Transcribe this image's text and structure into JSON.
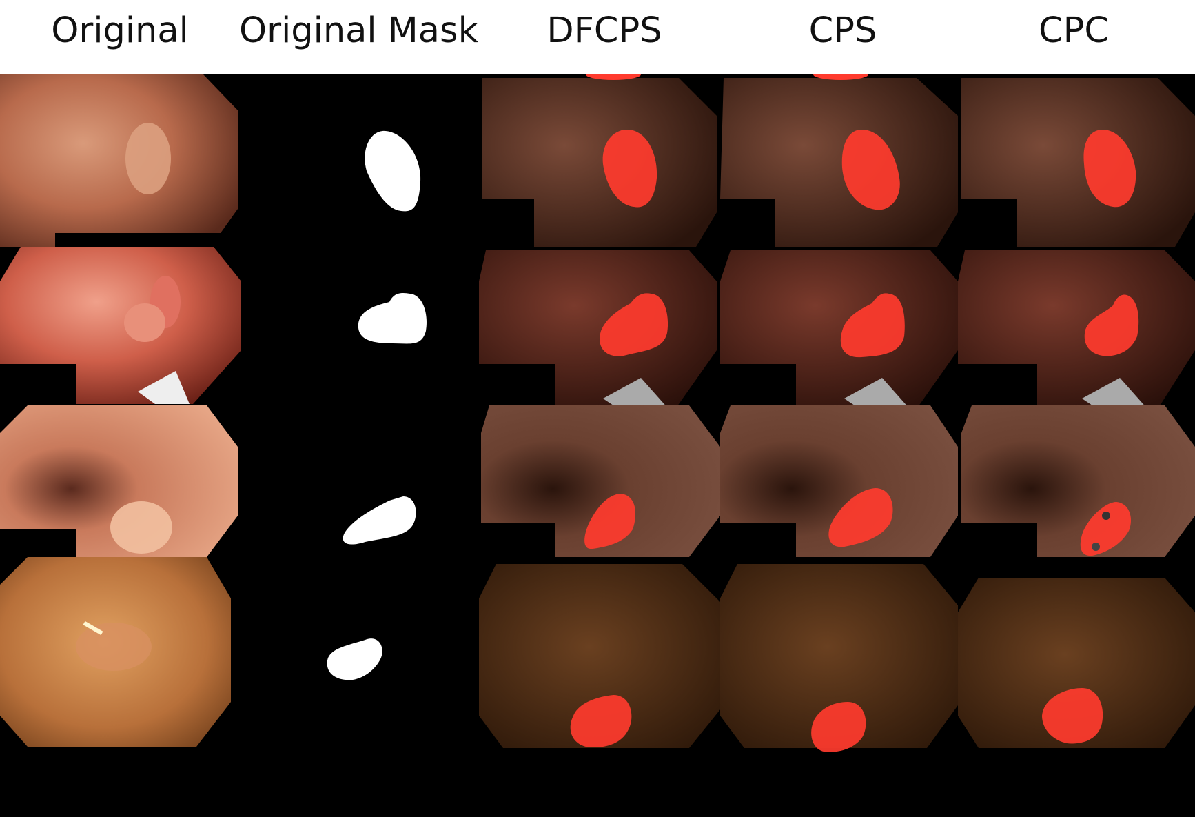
{
  "headers": [
    "Original",
    "Original Mask",
    "DFCPS",
    "CPS",
    "CPC"
  ],
  "colors": {
    "background": "#000000",
    "header_background": "#ffffff",
    "mask_white": "#ffffff",
    "overlay_red": "#ff3b2e"
  }
}
